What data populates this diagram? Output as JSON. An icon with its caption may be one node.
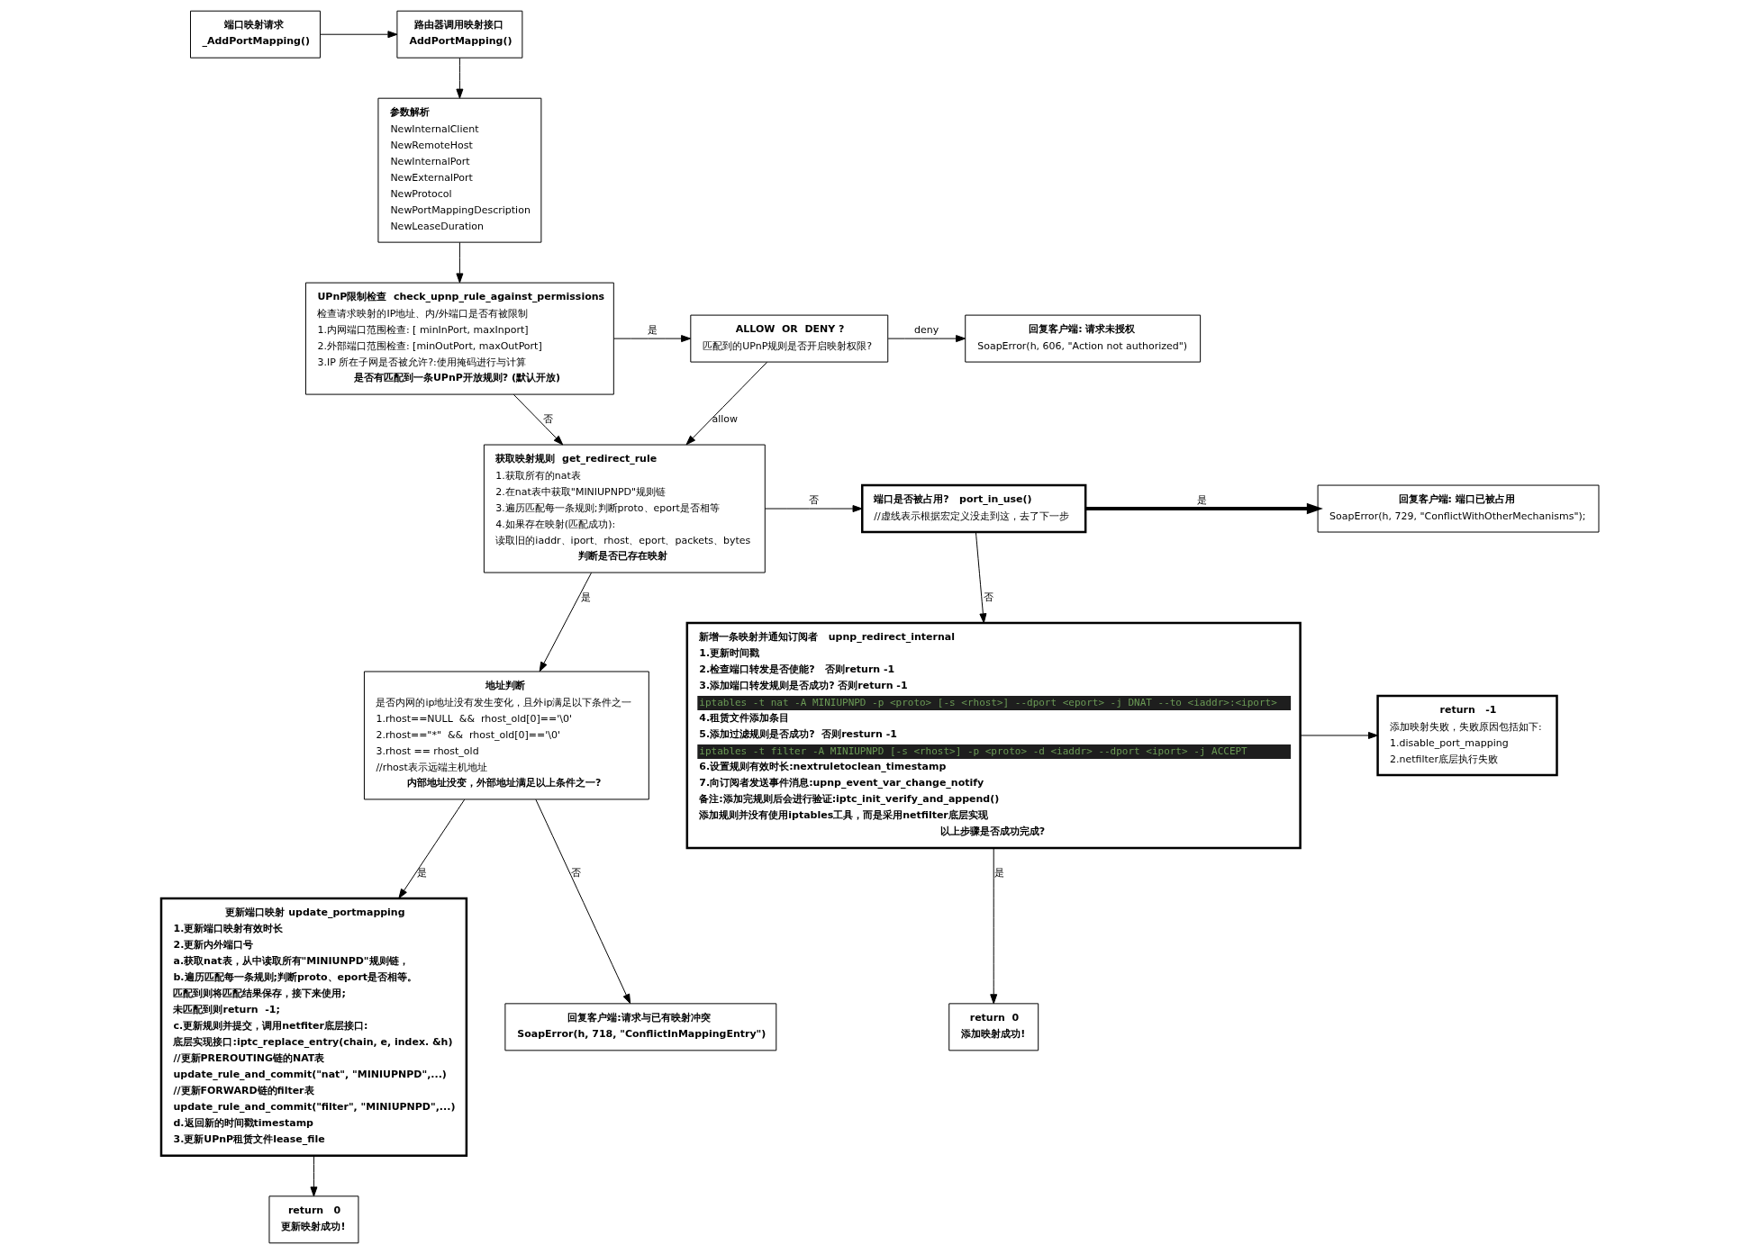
{
  "diagram": {
    "nodes": [
      {
        "text": [
          "端口映射请求",
          "_AddPortMapping()"
        ]
      },
      {
        "text": [
          "路由器调用映射接口",
          "AddPortMapping()"
        ]
      },
      {
        "text": [
          "参数解析",
          "NewInternalClient",
          "NewRemoteHost",
          "NewInternalPort",
          "NewExternalPort",
          "NewProtocol",
          "NewPortMappingDescription",
          "NewLeaseDuration"
        ]
      },
      {
        "text": [
          "UPnP限制检查  check_upnp_rule_against_permissions",
          "检查请求映射的IP地址、内/外端口是否有被限制",
          "1.内网端口范围检查: [ minInPort, maxInport]",
          "2.外部端口范围检查: [minOutPort, maxOutPort]",
          "3.IP 所在子网是否被允许?:使用掩码进行与计算",
          "是否有匹配到一条UPnP开放规则? (默认开放)"
        ]
      },
      {
        "text": [
          "ALLOW  OR  DENY ?",
          "匹配到的UPnP规则是否开启映射权限?"
        ]
      },
      {
        "text": [
          "回复客户端: 请求未授权",
          "SoapError(h, 606, \"Action not authorized\")"
        ]
      },
      {
        "text": [
          "获取映射规则  get_redirect_rule",
          "1.获取所有的nat表",
          "2.在nat表中获取\"MINIUPNPD\"规则链",
          "3.遍历匹配每一条规则;判断proto、eport是否相等",
          "4.如果存在映射(匹配成功):",
          "读取旧的iaddr、iport、rhost、eport、packets、bytes",
          "判断是否已存在映射"
        ]
      },
      {
        "text": [
          "端口是否被占用?   port_in_use()",
          "//虚线表示根据宏定义没走到这，去了下一步"
        ]
      },
      {
        "text": [
          "回复客户端: 端口已被占用",
          "SoapError(h, 729, \"ConflictWithOtherMechanisms\");"
        ]
      },
      {
        "text": [
          "地址判断",
          "是否内网的ip地址没有发生变化，且外ip满足以下条件之一",
          "1.rhost==NULL  &&  rhost_old[0]=='\\0'",
          "2.rhost==\"*\"  &&  rhost_old[0]=='\\0'",
          "3.rhost == rhost_old",
          "//rhost表示远端主机地址",
          "内部地址没变，外部地址满足以上条件之一?"
        ]
      },
      {
        "text": [
          "新增一条映射并通知订阅者   upnp_redirect_internal",
          "1.更新时间戳",
          "2.检查端口转发是否使能?   否则return -1",
          "3.添加端口转发规则是否成功? 否则return -1",
          "iptables -t nat -A MINIUPNPD -p <proto> [-s <rhost>] --dport <eport> -j DNAT --to <iaddr>:<iport>",
          "4.租赁文件添加条目",
          "5.添加过滤规则是否成功?  否则resturn -1",
          "iptables -t filter -A MINIUPNPD [-s <rhost>] -p <proto> -d <iaddr> --dport <iport> -j ACCEPT",
          "6.设置规则有效时长:nextruletoclean_timestamp",
          "7.向订阅者发送事件消息:upnp_event_var_change_notify",
          "备注:添加完规则后会进行验证:iptc_init_verify_and_append()",
          "添加规则并没有使用iptables工具，而是采用netfilter底层实现",
          "以上步骤是否成功完成?"
        ]
      },
      {
        "text": [
          "return   -1",
          "添加映射失败，失败原因包括如下:",
          "1.disable_port_mapping",
          "2.netfilter底层执行失败"
        ]
      },
      {
        "text": [
          "更新端口映射 update_portmapping",
          "1.更新端口映射有效时长",
          "2.更新内外端口号",
          "a.获取nat表，从中读取所有\"MINIUNPD\"规则链，",
          "b.遍历匹配每一条规则;判断proto、eport是否相等。",
          "匹配到则将匹配结果保存，接下来使用;",
          "未匹配到则return  -1;",
          "c.更新规则并提交，调用netfiter底层接口:",
          "底层实现接口:iptc_replace_entry(chain, e, index. &h)",
          "//更新PREROUTING链的NAT表",
          "update_rule_and_commit(\"nat\", \"MINIUPNPD\",...)",
          "//更新FORWARD链的filter表",
          "update_rule_and_commit(\"filter\", \"MINIUPNPD\",...)",
          "d.返回新的时间戳timestamp",
          "3.更新UPnP租赁文件lease_file"
        ]
      },
      {
        "text": [
          "回复客户端:请求与已有映射冲突",
          "SoapError(h, 718, \"ConflictInMappingEntry\")"
        ]
      },
      {
        "text": [
          "return  0",
          "添加映射成功!"
        ]
      },
      {
        "text": [
          "return   0",
          "更新映射成功!"
        ]
      }
    ],
    "edges": [
      {
        "from": 0,
        "to": 1,
        "arrow": "to"
      },
      {
        "from": 1,
        "to": 2,
        "arrow": "to"
      },
      {
        "from": 2,
        "to": 3,
        "arrow": "to"
      },
      {
        "from": 3,
        "to": 4,
        "label": "是",
        "arrow": "to"
      },
      {
        "from": 4,
        "to": 5,
        "label": "deny",
        "arrow": "to"
      },
      {
        "from": 3,
        "to": 6,
        "label": "否",
        "arrow": "to"
      },
      {
        "from": 4,
        "to": 6,
        "label": "allow",
        "arrow": "to"
      },
      {
        "from": 6,
        "to": 7,
        "label": "否",
        "arrow": "to"
      },
      {
        "from": 7,
        "to": 8,
        "label": "是",
        "arrow": "to",
        "style": "thick"
      },
      {
        "from": 7,
        "to": 10,
        "label": "否",
        "arrow": "to"
      },
      {
        "from": 6,
        "to": 9,
        "label": "是",
        "arrow": "to"
      },
      {
        "from": 10,
        "to": 11,
        "arrow": "to"
      },
      {
        "from": 9,
        "to": 12,
        "label": "是",
        "arrow": "to"
      },
      {
        "from": 9,
        "to": 13,
        "label": "否",
        "arrow": "to"
      },
      {
        "from": 10,
        "to": 14,
        "label": "是",
        "arrow": "to"
      },
      {
        "from": 12,
        "to": 15,
        "arrow": "to"
      }
    ]
  }
}
